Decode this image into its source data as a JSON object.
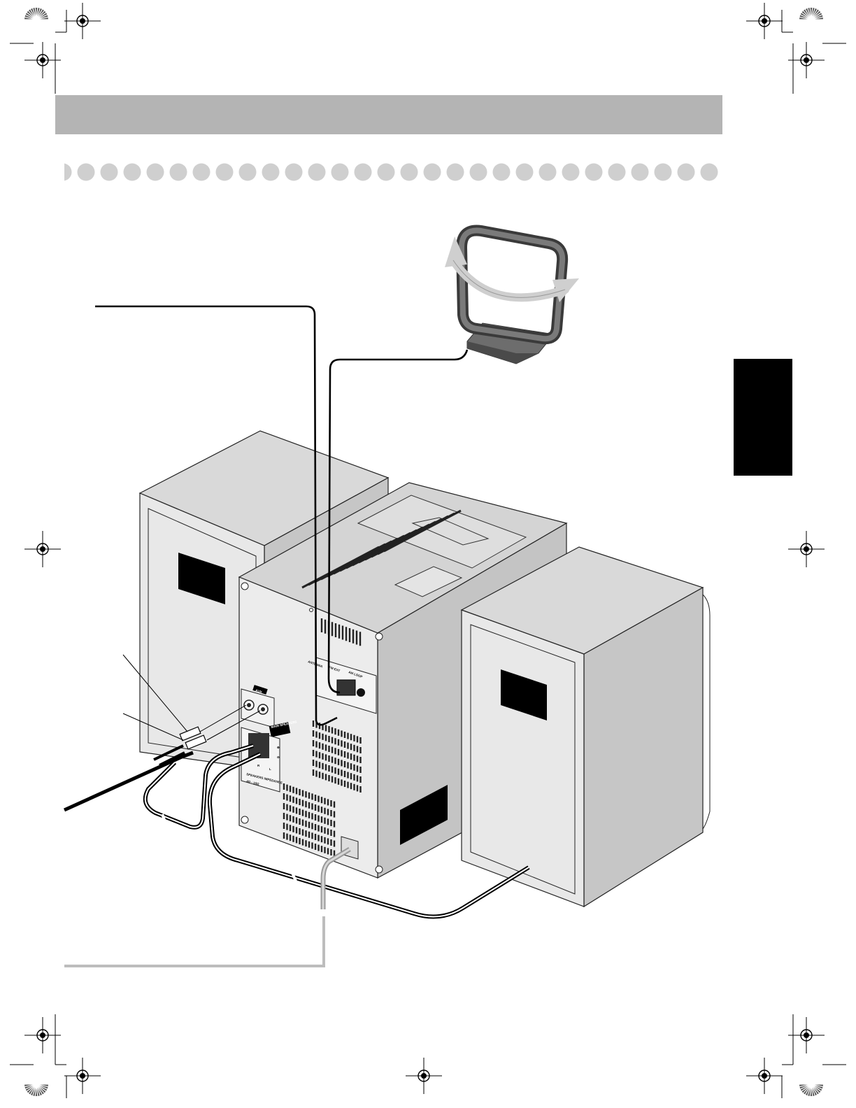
{
  "labels": {
    "aux": "AUX",
    "antenna": "ANTENNA",
    "fm_ext": "FM EXT",
    "am_loop": "AM LOOP",
    "main_speakers": "MAIN SPEAKERS",
    "speakers_impedance": "SPEAKERS IMPEDANCE",
    "impedance_value": "4Ω - 16Ω",
    "channel_r": "R",
    "channel_l": "L",
    "polarity_plus": "⊕",
    "polarity_minus": "⊖"
  },
  "colors": {
    "header_bar": "#b4b4b4",
    "dots": "#cfcfcf",
    "side_tab": "#000000",
    "unit_face": "#e9e9e9",
    "unit_top": "#d4d4d4",
    "antenna_frame": "#5a5a5a",
    "arrow": "#c8c8c8",
    "power_cord": "#bdbdbd"
  }
}
